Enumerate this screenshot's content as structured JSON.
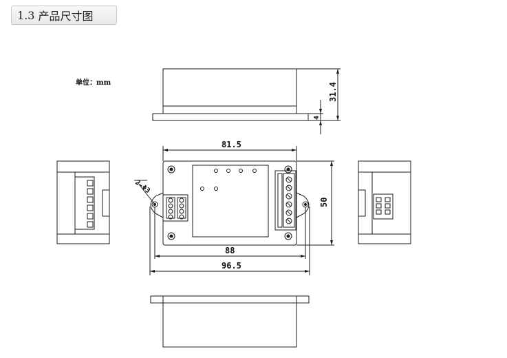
{
  "section": {
    "number": "1.3",
    "title": "产品尺寸图"
  },
  "unit_label": "单位：mm",
  "dimensions": {
    "height_total": "31.4",
    "flange_thickness": "4",
    "mount_holes": "2-Φ3",
    "body_width": "81.5",
    "body_height": "50",
    "hole_pitch": "88",
    "overall_width": "96.5"
  },
  "colors": {
    "line": "#1a1a1a",
    "title_bg": "#eeeeee"
  }
}
